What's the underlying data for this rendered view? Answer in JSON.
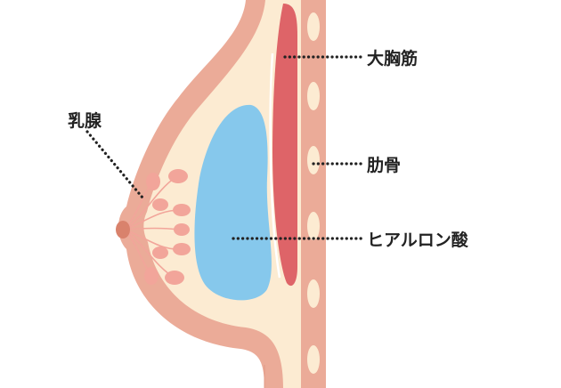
{
  "labels": {
    "mammary_gland": "乳腺",
    "pectoralis_major": "大胸筋",
    "ribs": "肋骨",
    "hyaluronic_acid": "ヒアルロン酸"
  },
  "colors": {
    "skin_outer": "#ebab98",
    "fat": "#fcebd2",
    "gland_lobe": "#f2a59a",
    "nipple": "#d9826c",
    "muscle": "#de6468",
    "implant": "#86c8ec",
    "rib": "#fcebd2",
    "text": "#222222"
  }
}
